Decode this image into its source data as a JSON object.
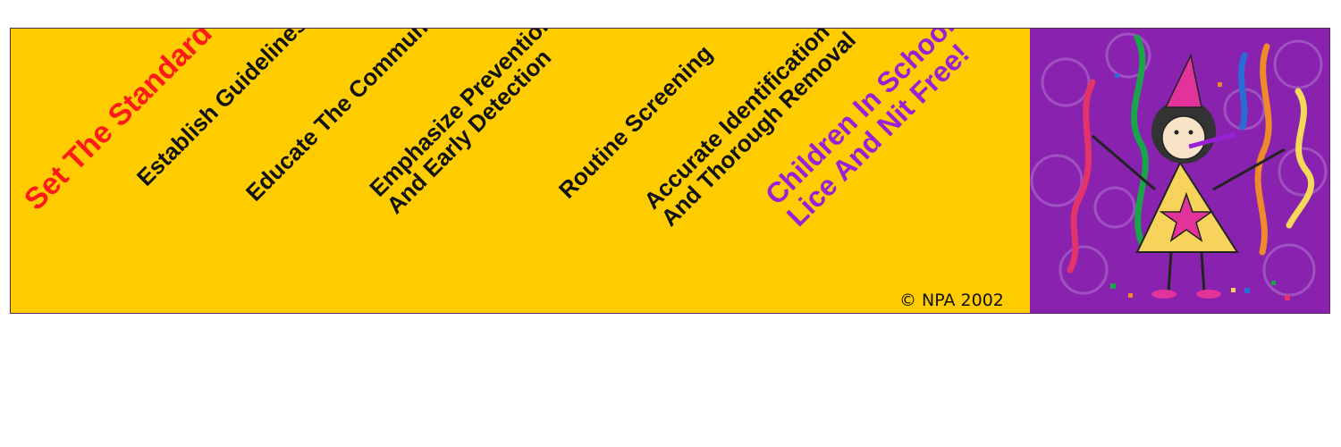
{
  "banner": {
    "headline": "Set The Standard",
    "steps": [
      {
        "lines": [
          "Establish Guidelines"
        ]
      },
      {
        "lines": [
          "Educate The Community"
        ]
      },
      {
        "lines": [
          "Emphasize Prevention",
          "And Early Detection"
        ]
      },
      {
        "lines": [
          "Routine Screening"
        ]
      },
      {
        "lines": [
          "Accurate Identification",
          "And Thorough Removal"
        ]
      }
    ],
    "goal": {
      "lines": [
        "Children In School",
        "Lice And Nit Free!"
      ]
    },
    "copyright": "© NPA 2002"
  },
  "colors": {
    "background": "#ffcc00",
    "headline": "#ff1a1a",
    "steps": "#111111",
    "goal": "#9b1fd6",
    "art_background": "#8a22b0"
  },
  "illustration": {
    "icon": "party-girl-icon"
  }
}
